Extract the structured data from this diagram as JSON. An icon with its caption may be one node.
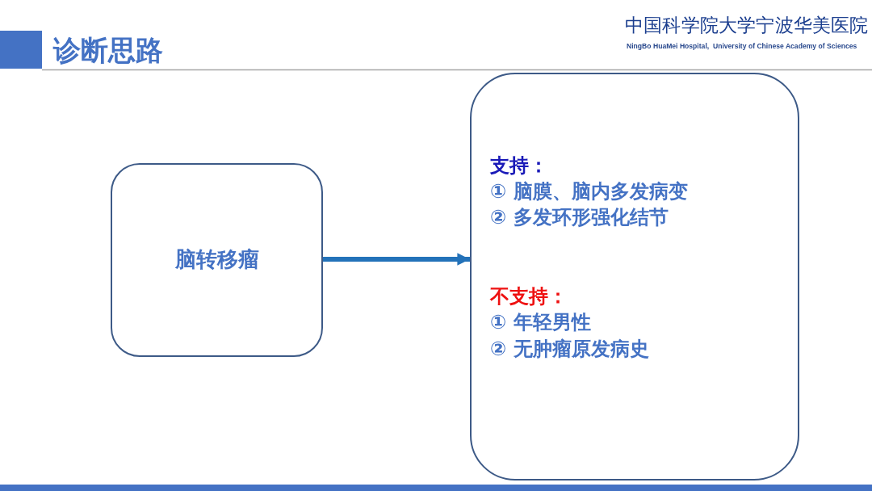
{
  "diagram": {
    "title": "诊断思路",
    "nodes": [
      {
        "text": [
          "脑转移瘤"
        ]
      },
      {
        "text": [
          "支持：",
          "① 脑膜、脑内多发病变",
          "② 多发环形强化结节",
          "不支持：",
          "① 年轻男性",
          "② 无肿瘤原发病史"
        ]
      }
    ],
    "edges": [
      {
        "from": 0,
        "to": 1,
        "arrow": "to"
      }
    ],
    "labels": [
      "中国科学院大学宁波华美医院",
      "NingBo HuaMei Hospital,  University of Chinese Academy of Sciences"
    ]
  }
}
